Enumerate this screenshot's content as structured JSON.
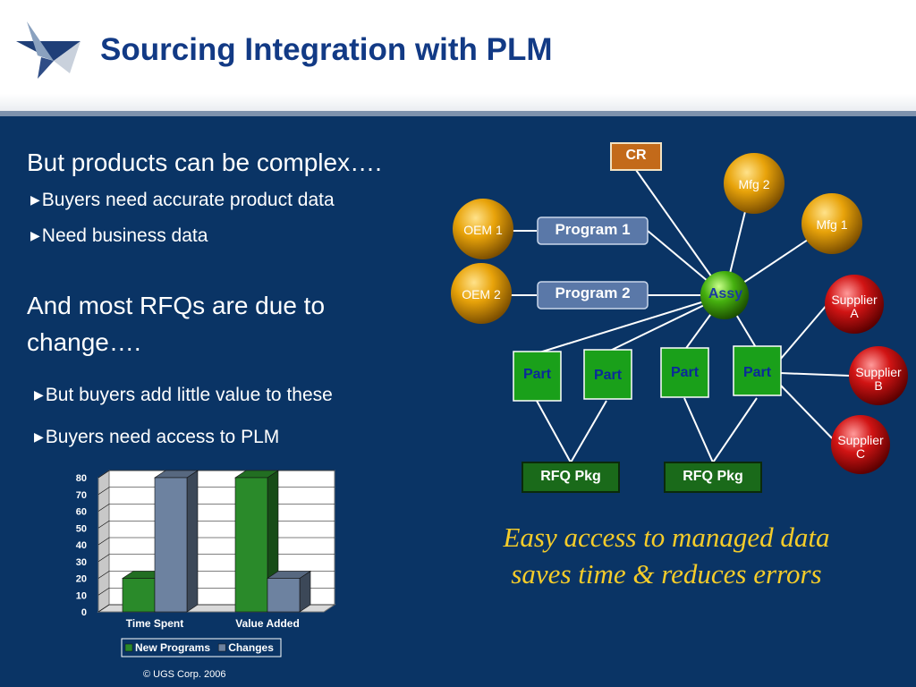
{
  "title": "Sourcing Integration with PLM",
  "section1": {
    "heading": "But products can be complex….",
    "bullets": [
      "Buyers need accurate product data",
      "Need business data"
    ]
  },
  "section2": {
    "heading_line1": "And most RFQs are due to",
    "heading_line2": "change….",
    "bullets": [
      "But buyers add little value to these",
      "Buyers need access to PLM"
    ]
  },
  "diagram": {
    "cr": "CR",
    "oem1": "OEM 1",
    "oem2": "OEM 2",
    "program1": "Program 1",
    "program2": "Program 2",
    "mfg2": "Mfg 2",
    "mfg1": "Mfg 1",
    "assy": "Assy",
    "part": "Part",
    "supplier_a_line1": "Supplier",
    "supplier_a_line2": "A",
    "supplier_b_line1": "Supplier",
    "supplier_b_line2": "B",
    "supplier_c_line1": "Supplier",
    "supplier_c_line2": "C",
    "rfq1": "RFQ Pkg",
    "rfq2": "RFQ Pkg"
  },
  "tagline": "Easy access to managed data saves time & reduces errors",
  "footer": "© UGS Corp. 2006",
  "chart_data": {
    "type": "bar",
    "categories": [
      "Time Spent",
      "Value Added"
    ],
    "series": [
      {
        "name": "New Programs",
        "values": [
          20,
          80
        ],
        "color": "#2a8a2a"
      },
      {
        "name": "Changes",
        "values": [
          80,
          20
        ],
        "color": "#6d82a0"
      }
    ],
    "ylim": [
      0,
      80
    ],
    "yticks": [
      0,
      10,
      20,
      30,
      40,
      50,
      60,
      70,
      80
    ],
    "legend_position": "bottom",
    "grid": true,
    "style": "3d"
  },
  "colors": {
    "background": "#0a3465",
    "title": "#123a85",
    "tagline": "#f5cc2a",
    "part_box": "#1aa01a",
    "rfq_box": "#1a6a1a"
  }
}
